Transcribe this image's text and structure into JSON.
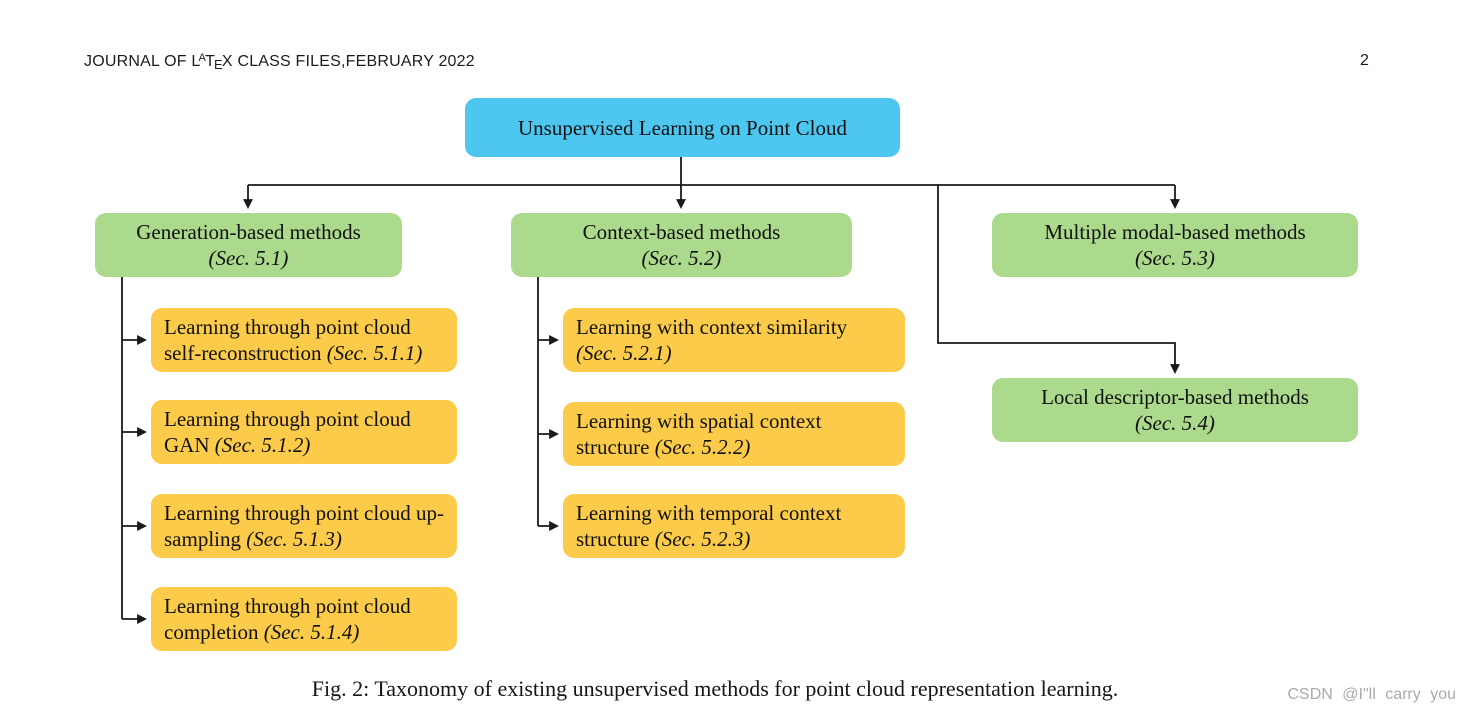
{
  "header": {
    "prefix": "JOURNAL OF ",
    "latex_l": "L",
    "latex_a": "A",
    "latex_t": "T",
    "latex_e": "E",
    "latex_x": "X",
    "suffix": " CLASS FILES,FEBRUARY 2022",
    "page_number": "2"
  },
  "colors": {
    "root_box": "#4ec7f0",
    "category_box": "#abda8c",
    "leaf_box": "#fccb4a",
    "line": "#1a1a1a"
  },
  "tree": {
    "root": {
      "label": "Unsupervised Learning on Point Cloud"
    },
    "categories": [
      {
        "label": "Generation-based methods",
        "sec": "(Sec. 5.1)"
      },
      {
        "label": "Context-based methods",
        "sec": "(Sec. 5.2)"
      },
      {
        "label": "Multiple modal-based methods",
        "sec": "(Sec. 5.3)"
      },
      {
        "label": "Local descriptor-based methods",
        "sec": "(Sec. 5.4)"
      }
    ],
    "generation_children": [
      {
        "label": "Learning through point cloud self-reconstruction ",
        "sec": "(Sec. 5.1.1)"
      },
      {
        "label": "Learning through point cloud GAN ",
        "sec": "(Sec. 5.1.2)"
      },
      {
        "label": "Learning through point cloud up-sampling ",
        "sec": "(Sec. 5.1.3)"
      },
      {
        "label": "Learning through point cloud completion ",
        "sec": "(Sec. 5.1.4)"
      }
    ],
    "context_children": [
      {
        "label": "Learning with context similarity ",
        "sec": "(Sec. 5.2.1)"
      },
      {
        "label": "Learning with spatial context structure ",
        "sec": "(Sec. 5.2.2)"
      },
      {
        "label": "Learning with temporal context structure ",
        "sec": "(Sec. 5.2.3)"
      }
    ]
  },
  "caption": "Fig. 2: Taxonomy of existing unsupervised methods for point cloud representation learning.",
  "watermark": "CSDN @I\"ll carry you"
}
